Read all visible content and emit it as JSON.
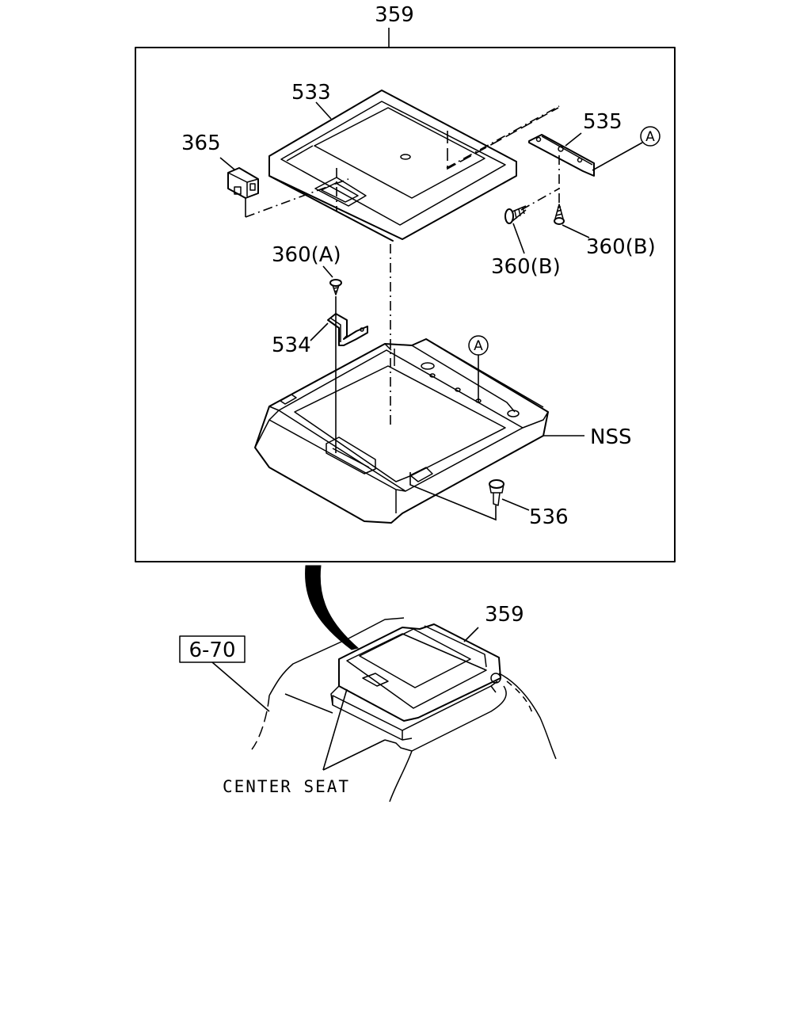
{
  "labels": {
    "assembly_top": "359",
    "lid": "533",
    "latch": "365",
    "bracket_535": "535",
    "ref_a_top": "A",
    "screw_b_left": "360(B)",
    "screw_b_right": "360(B)",
    "screw_a": "360(A)",
    "striker": "534",
    "ref_a_box": "A",
    "base": "NSS",
    "clip": "536",
    "assembly_bottom": "359",
    "ref_page": "6-70",
    "center_seat": "CENTER SEAT"
  }
}
